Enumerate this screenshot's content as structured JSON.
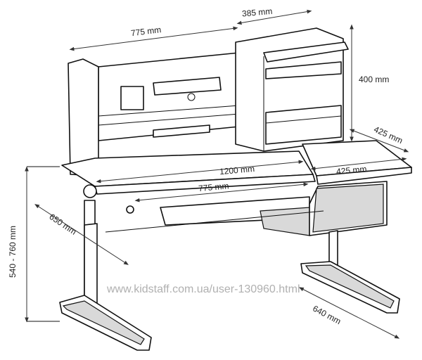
{
  "dimensions": {
    "hutch_width": "775 mm",
    "tower_width": "385 mm",
    "tower_height": "400 mm",
    "tower_depth": "425 mm",
    "desk_width": "1200 mm",
    "right_top_width": "425 mm",
    "tilt_top_width": "775 mm",
    "desk_depth": "650 mm",
    "height_range": "540 - 760 mm",
    "base_length": "640 mm"
  },
  "watermark": "www.kidstaff.com.ua/user-130960.html"
}
